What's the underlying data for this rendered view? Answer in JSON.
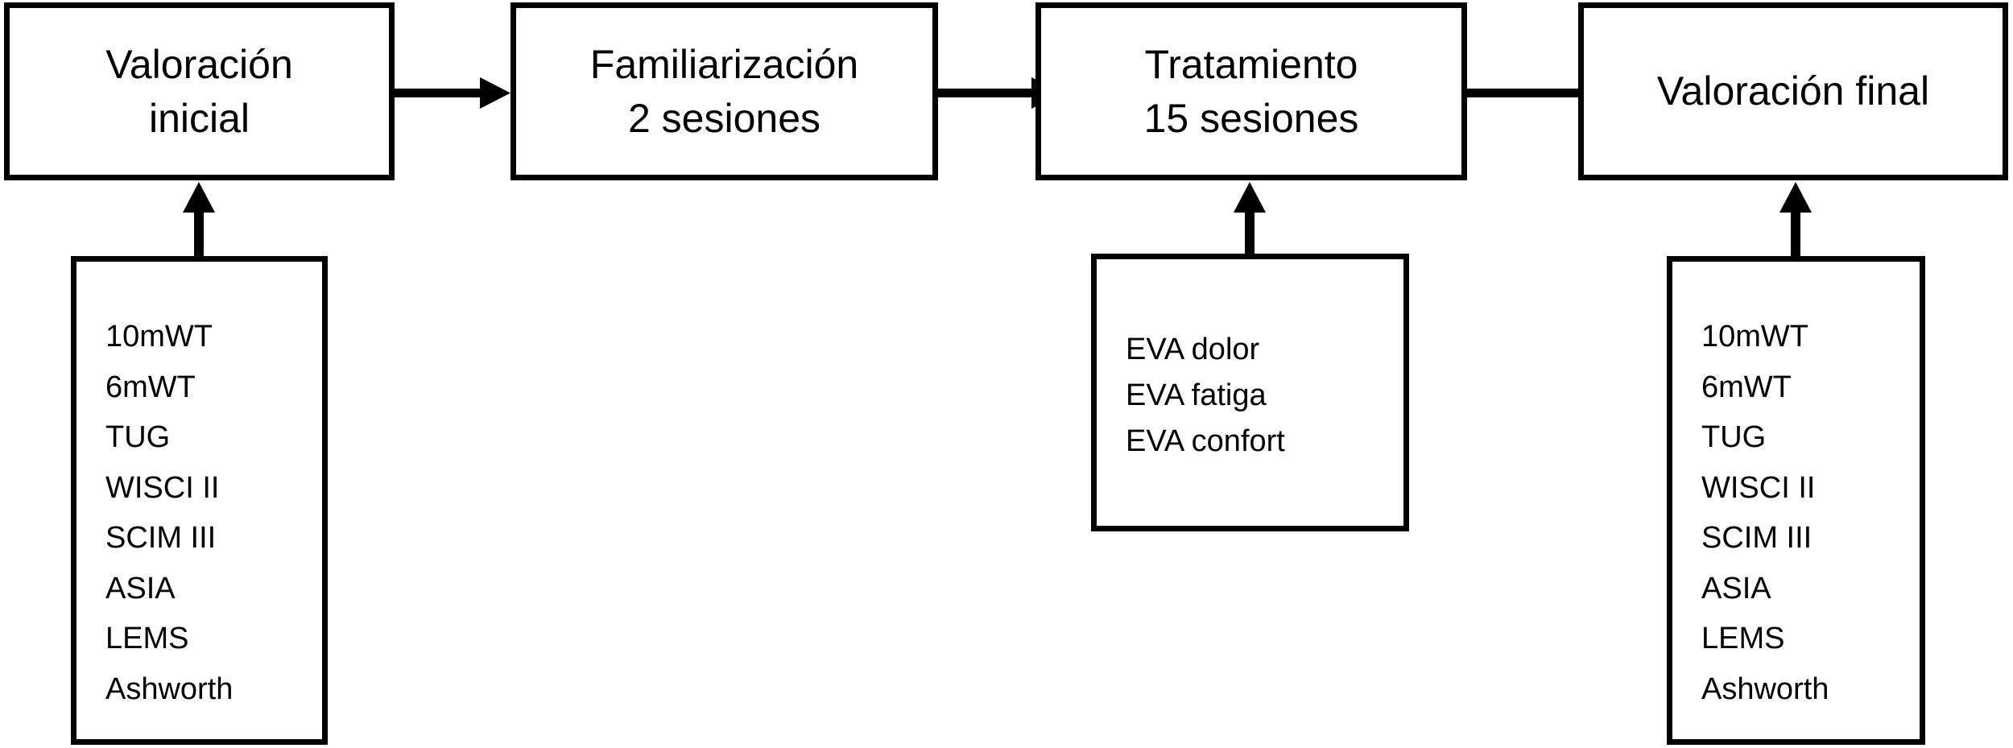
{
  "stages": [
    {
      "line1": "Valoración",
      "line2": "inicial"
    },
    {
      "line1": "Familiarización",
      "line2": "2 sesiones"
    },
    {
      "line1": "Tratamiento",
      "line2": "15 sesiones"
    },
    {
      "line1": "Valoración final",
      "line2": ""
    }
  ],
  "measures": {
    "initial": [
      "10mWT",
      "6mWT",
      "TUG",
      "WISCI II",
      "SCIM III",
      "ASIA",
      "LEMS",
      "Ashworth"
    ],
    "treatment": [
      "EVA dolor",
      "EVA fatiga",
      "EVA confort"
    ],
    "final": [
      "10mWT",
      "6mWT",
      "TUG",
      "WISCI II",
      "SCIM III",
      "ASIA",
      "LEMS",
      "Ashworth"
    ]
  }
}
